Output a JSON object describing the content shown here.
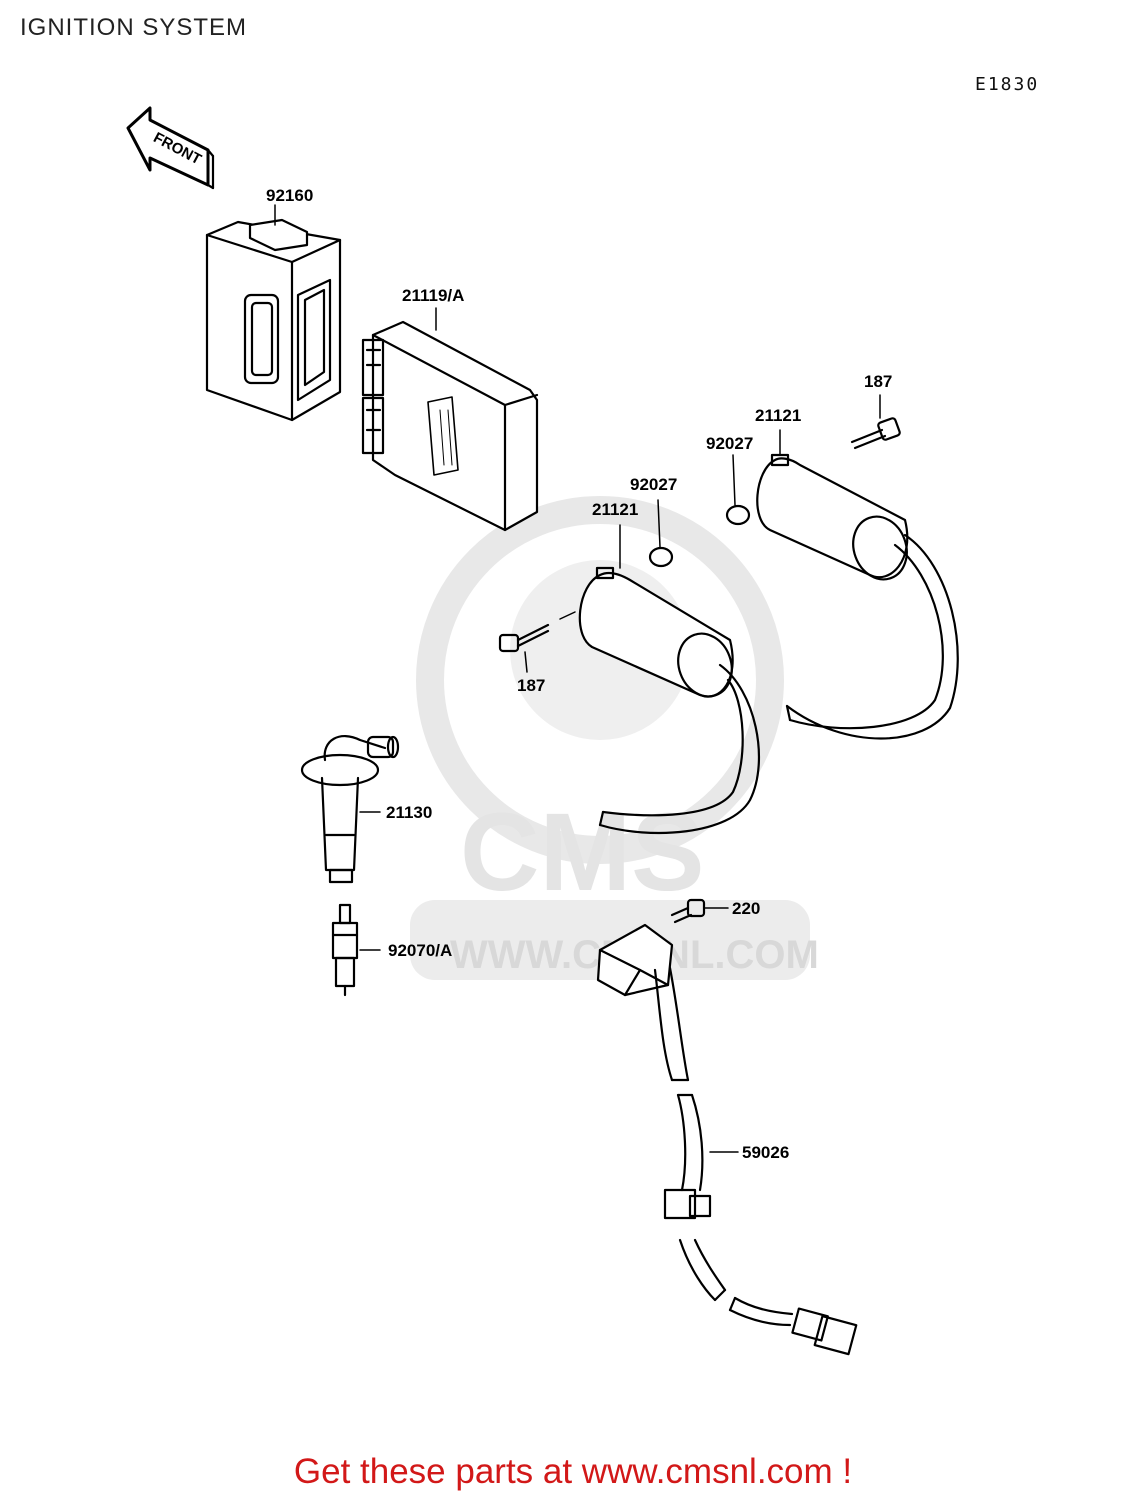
{
  "title": "IGNITION SYSTEM",
  "diagram_code": "E1830",
  "front_label": "FRONT",
  "callouts": [
    {
      "id": "c-92160",
      "text": "92160"
    },
    {
      "id": "c-21119",
      "text": "21119/A"
    },
    {
      "id": "c-187-top",
      "text": "187"
    },
    {
      "id": "c-21121-right",
      "text": "21121"
    },
    {
      "id": "c-92027-right",
      "text": "92027"
    },
    {
      "id": "c-92027-left",
      "text": "92027"
    },
    {
      "id": "c-21121-left",
      "text": "21121"
    },
    {
      "id": "c-187-left",
      "text": "187"
    },
    {
      "id": "c-21130",
      "text": "21130"
    },
    {
      "id": "c-220",
      "text": "220"
    },
    {
      "id": "c-92070",
      "text": "92070/A"
    },
    {
      "id": "c-59026",
      "text": "59026"
    }
  ],
  "watermark": {
    "brand": "CMS",
    "url": "WWW.CMSNL.COM"
  },
  "promo_text": "Get these parts at www.cmsnl.com !",
  "colors": {
    "promo": "#d21818",
    "watermark": "#e6e6e6",
    "line": "#000000"
  }
}
